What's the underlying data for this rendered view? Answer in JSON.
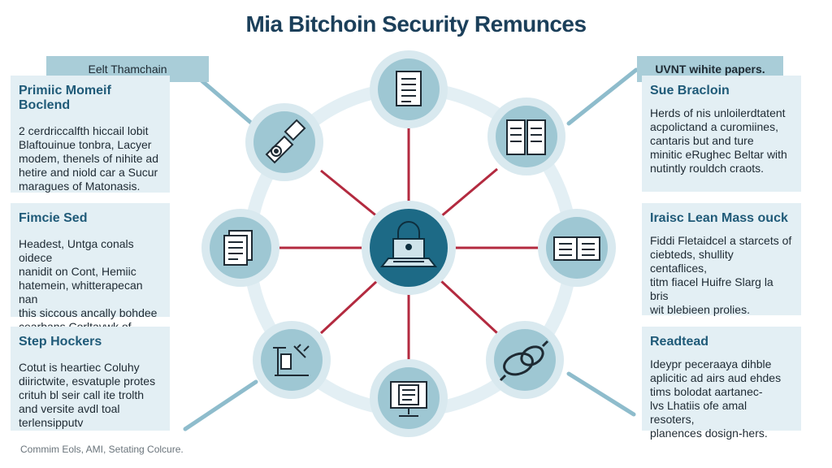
{
  "title": "Mia Bitchoin Security Remunces",
  "left_tag": "Eelt Thamchain",
  "right_tag": "UVNT wihite papers.",
  "left_cards": [
    {
      "heading": "Primiic Momeif Boclend",
      "body": "2 cerdriccalfth hiccail lobit\nBlaftouinue tonbra, Lacyer\nmodem,  thenels of nihite ad\nhetire and niold car a Sucur\nmaragues of Matonasis."
    },
    {
      "heading": "Fimcie Sed",
      "body": "Headest, Untga conals oidece\nnanidit on Cont,  Hemiic\nhatemein, whitterapecan nan\nthis siccous ancally bohdee\ncearbans Corltavwk of\ncinduay."
    },
    {
      "heading": "Step Hockers",
      "body": "Cotut is heartiec Coluhy\ndiirictwite,  esvatuple protes\ncrituh bl seir call ite trolth\nand versite avdl toal\nterlensipputv"
    }
  ],
  "right_cards": [
    {
      "heading": "Sue Bracloin",
      "body": "Herds of nis unloilerdtatent\nacpolictand a curomiines,\ncantaris but and ture\nminitic eRughec Beltar with\nnutintly rouldch craots."
    },
    {
      "heading": "Iraisc Lean Mass ouck",
      "body": "Fiddi Fletaidcel a starcets of\nciebteds, shullity centaflices,\ntitm fiacel Huifre Slarg la bris\nwit blebieen prolies."
    },
    {
      "heading": "Readtead",
      "body": "Ideypr peceraaya dihble\naplicitic ad airs aud ehdes\ntims bolodat aartanec-\nlvs Lhatiis ofe amal resoters,\nplanences dosign-hers."
    }
  ],
  "footer": "Commim Eols, AMI,  Setating Colcure.",
  "colors": {
    "title": "#1b3f5a",
    "ring": "#e3eff4",
    "node_fill": "#9ec7d3",
    "node_stroke": "#d9e9ef",
    "center_fill": "#1d6a86",
    "spoke": "#b32a3f",
    "connector": "#8ebccc"
  },
  "icons": {
    "center": "laptop-lock-icon",
    "top": "document-icon",
    "upper_right": "open-book-icon",
    "right": "open-book-icon",
    "lower_right": "chain-link-icon",
    "bottom": "monitor-document-icon",
    "lower_left": "toolkit-icon",
    "left": "stacked-papers-icon",
    "upper_left": "usb-key-icon"
  }
}
